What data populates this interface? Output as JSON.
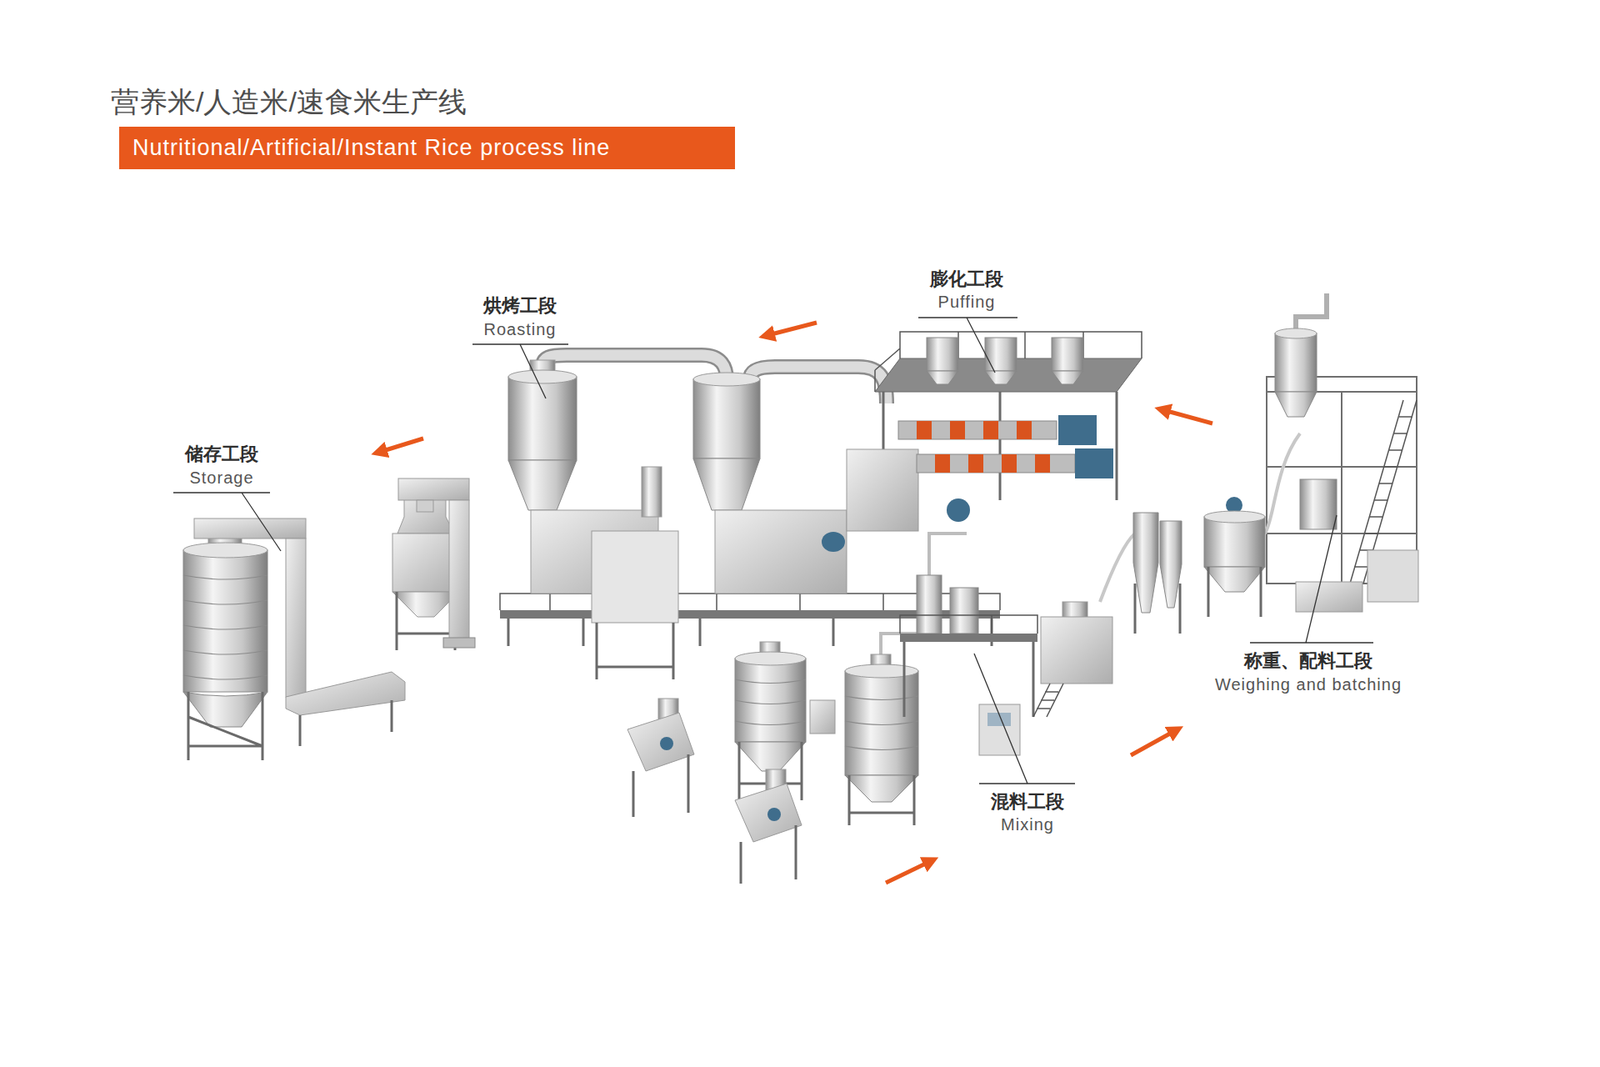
{
  "diagram": {
    "nodes": [
      {
        "text": [
          "营养米/人造米/速食米生产线",
          "Nutritional/Artificial/Instant Rice process line"
        ]
      }
    ],
    "labels": [
      "膨化工段",
      "Puffing",
      "烘烤工段",
      "Roasting",
      "储存工段",
      "Storage",
      "称重、配料工段",
      "Weighing and batching",
      "混料工段",
      "Mixing"
    ]
  }
}
